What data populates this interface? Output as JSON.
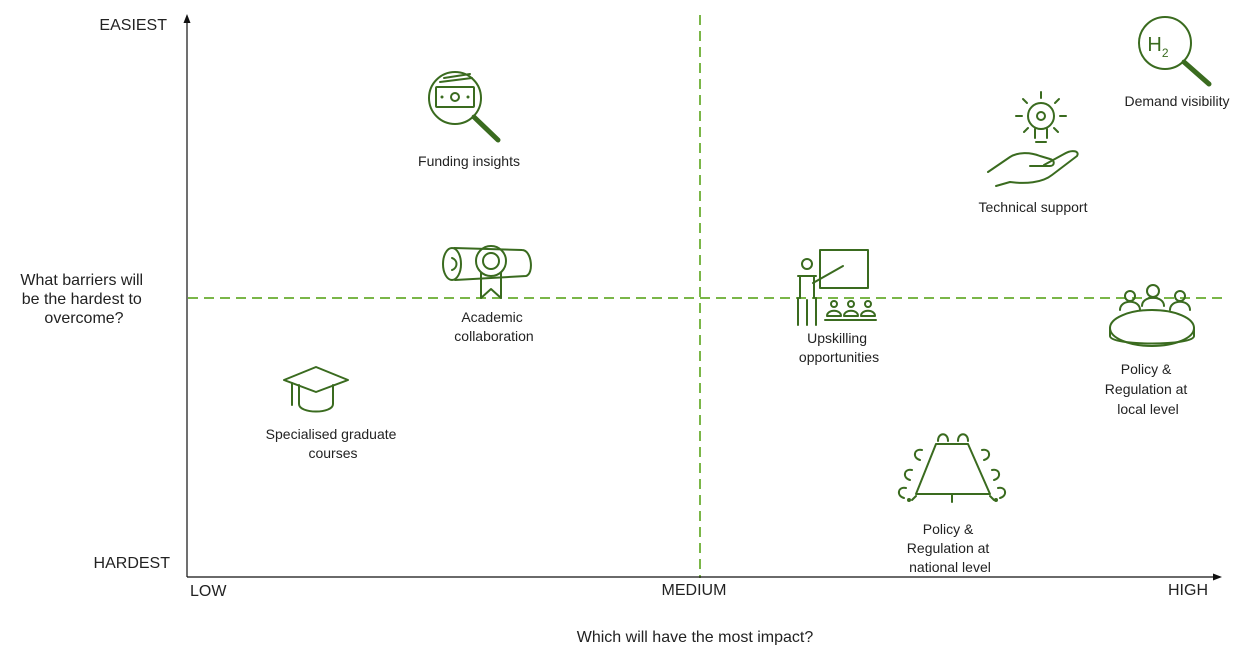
{
  "y_axis": {
    "question": [
      "What barriers will",
      "be the hardest to",
      "overcome?"
    ],
    "top_label": "EASIEST",
    "bottom_label": "HARDEST"
  },
  "x_axis": {
    "question": "Which will have the most impact?",
    "low_label": "LOW",
    "medium_label": "MEDIUM",
    "high_label": "HIGH"
  },
  "colors": {
    "icon": "#3a6b1f",
    "divider": "#7ab648",
    "axis": "#111111",
    "text": "#222222"
  },
  "items": [
    {
      "id": "funding",
      "icon": "money-magnifier-icon",
      "label": [
        "Funding insights"
      ]
    },
    {
      "id": "academic",
      "icon": "diploma-scroll-icon",
      "label": [
        "Academic",
        "collaboration"
      ]
    },
    {
      "id": "graduate",
      "icon": "graduation-cap-icon",
      "label": [
        "Specialised graduate",
        "courses"
      ]
    },
    {
      "id": "upskilling",
      "icon": "teacher-whiteboard-icon",
      "label": [
        "Upskilling",
        "opportunities"
      ]
    },
    {
      "id": "technical",
      "icon": "lightbulb-hand-icon",
      "label": [
        "Technical support"
      ]
    },
    {
      "id": "demand",
      "icon": "hydrogen-magnifier-icon",
      "icon_text": "H",
      "icon_subscript": "2",
      "label": [
        "Demand visibility"
      ]
    },
    {
      "id": "policy-local",
      "icon": "round-table-meeting-icon",
      "label": [
        "Policy &",
        "Regulation at",
        "local level"
      ]
    },
    {
      "id": "policy-national",
      "icon": "boardroom-table-icon",
      "label": [
        "Policy &",
        "Regulation at",
        "national level"
      ]
    }
  ]
}
